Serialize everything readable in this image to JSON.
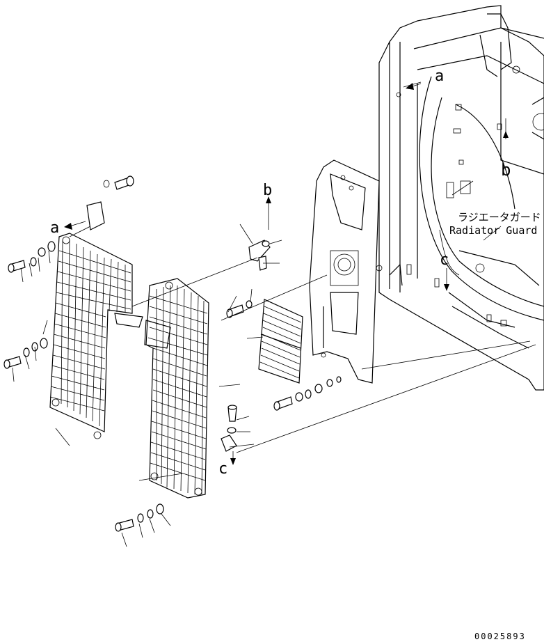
{
  "labels": {
    "callout_a_left": "a",
    "callout_a_right": "a",
    "callout_b_top": "b",
    "callout_b_right": "b",
    "callout_c_right": "c",
    "callout_c_bottom": "c",
    "guard_name_jp": "ラジエータガード",
    "guard_name_en": "Radiator Guard",
    "drawing_number": "00025893"
  }
}
